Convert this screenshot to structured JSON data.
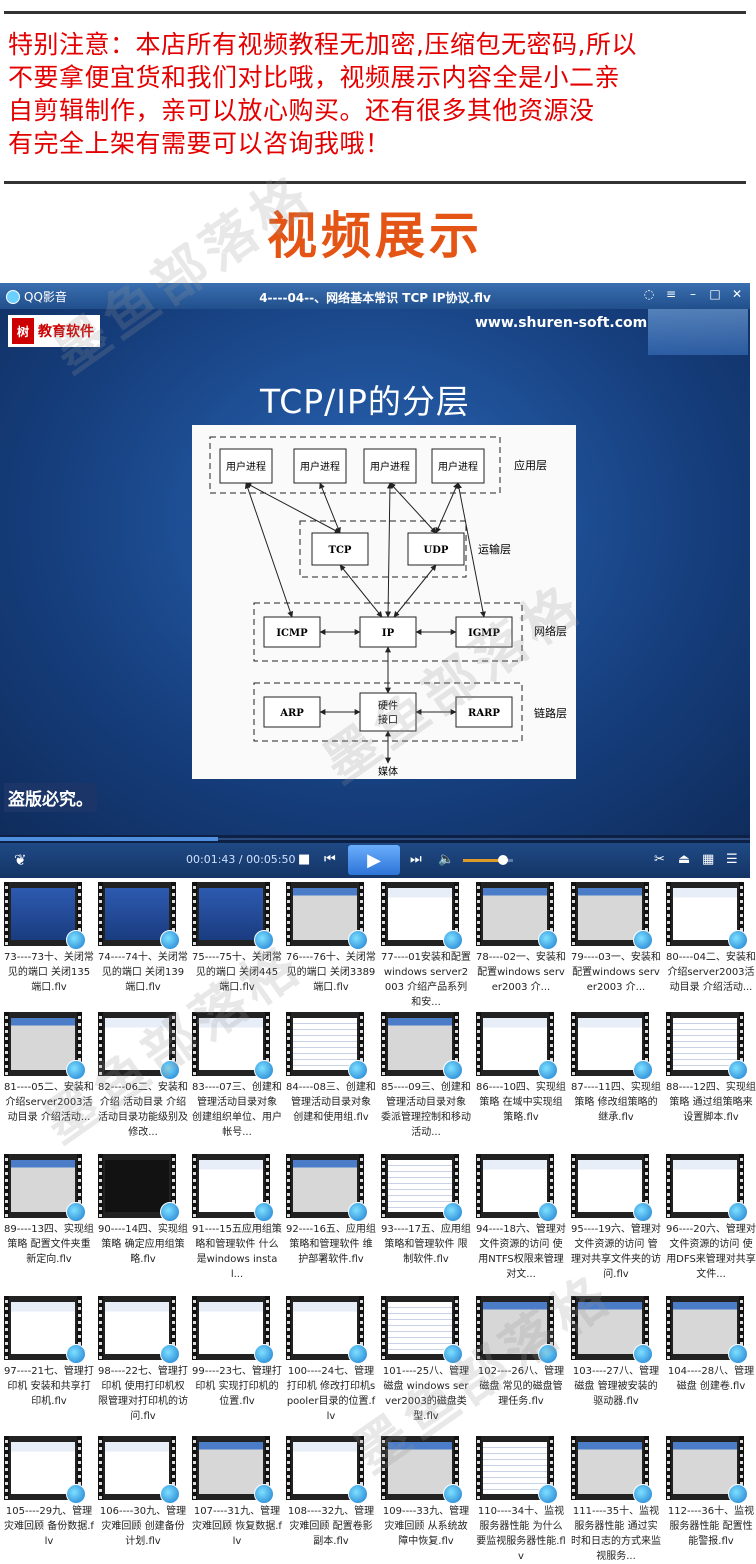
{
  "notice": {
    "lines": [
      "特别注意：本店所有视频教程无加密,压缩包无密码,所以",
      "不要拿便宜货和我们对比哦，视频展示内容全是小二亲",
      "自剪辑制作，亲可以放心购买。还有很多其他资源没",
      "有完全上架有需要可以咨询我哦！"
    ]
  },
  "section_title": "视频展示",
  "player": {
    "app_name": "QQ影音",
    "window_title": "4----04--、网络基本常识  TCP IP协议.flv",
    "logo_text": "教育软件",
    "url": "www.shuren-soft.com",
    "slide_title": "TCP/IP的分层",
    "piracy_text": "盗版必究。",
    "time_current": "00:01:43",
    "time_total": "00:05:50",
    "progress": 0.29,
    "volume": 0.8,
    "diagram": {
      "app_box_label": "用户进程",
      "app_layer": "应用层",
      "tcp": "TCP",
      "udp": "UDP",
      "transport_layer": "运输层",
      "icmp": "ICMP",
      "ip": "IP",
      "igmp": "IGMP",
      "network_layer": "网络层",
      "arp": "ARP",
      "hw1": "硬件",
      "hw2": "接口",
      "rarp": "RARP",
      "link_layer": "链路层",
      "media": "媒体"
    }
  },
  "files": [
    {
      "caption": "73----73十、关闭常见的端口 关闭135端口.flv",
      "style": "sc-blue"
    },
    {
      "caption": "74----74十、关闭常见的端口 关闭139端口.flv",
      "style": "sc-blue"
    },
    {
      "caption": "75----75十、关闭常见的端口 关闭445端口.flv",
      "style": "sc-blue"
    },
    {
      "caption": "76----76十、关闭常见的端口 关闭3389端口.flv",
      "style": "sc-gray"
    },
    {
      "caption": "77----01安装和配置windows server2003 介绍产品系列和安...",
      "style": "sc-white"
    },
    {
      "caption": "78----02一、安装和配置windows server2003 介...",
      "style": "sc-gray"
    },
    {
      "caption": "79----03一、安装和配置windows server2003 介...",
      "style": "sc-gray"
    },
    {
      "caption": "80----04二、安装和介绍server2003活动目录 介绍活动...",
      "style": "sc-white"
    },
    {
      "caption": "81----05二、安装和介绍server2003活动目录 介绍活动...",
      "style": "sc-gray"
    },
    {
      "caption": "82----06二、安装和介绍 活动目录 介绍活动目录功能级别及修改...",
      "style": "sc-white"
    },
    {
      "caption": "83----07三、创建和管理活动目录对象 创建组织单位、用户帐号...",
      "style": "sc-white"
    },
    {
      "caption": "84----08三、创建和管理活动目录对象 创建和使用组.flv",
      "style": "sc-lines"
    },
    {
      "caption": "85----09三、创建和管理活动目录对象 委派管理控制和移动活动...",
      "style": "sc-gray"
    },
    {
      "caption": "86----10四、实现组策略 在域中实现组策略.flv",
      "style": "sc-white"
    },
    {
      "caption": "87----11四、实现组策略 修改组策略的继承.flv",
      "style": "sc-white"
    },
    {
      "caption": "88----12四、实现组策略 通过组策略来设置脚本.flv",
      "style": "sc-lines"
    },
    {
      "caption": "89----13四、实现组策略 配置文件夹重新定向.flv",
      "style": "sc-gray"
    },
    {
      "caption": "90----14四、实现组策略 确定应用组策略.flv",
      "style": "sc-dark"
    },
    {
      "caption": "91----15五应用组策略和管理软件 什么是windows instal...",
      "style": "sc-white"
    },
    {
      "caption": "92----16五、应用组策略和管理软件 维护部署软件.flv",
      "style": "sc-gray"
    },
    {
      "caption": "93----17五、应用组策略和管理软件 限制软件.flv",
      "style": "sc-lines"
    },
    {
      "caption": "94----18六、管理对文件资源的访问 使用NTFS权限来管理对文...",
      "style": "sc-white"
    },
    {
      "caption": "95----19六、管理对文件资源的访问 管理对共享文件夹的访问.flv",
      "style": "sc-white"
    },
    {
      "caption": "96----20六、管理对文件资源的访问 使用DFS来管理对共享文件...",
      "style": "sc-white"
    },
    {
      "caption": "97----21七、管理打印机 安装和共享打印机.flv",
      "style": "sc-white"
    },
    {
      "caption": "98----22七、管理打印机 使用打印机权限管理对打印机的访问.flv",
      "style": "sc-white"
    },
    {
      "caption": "99----23七、管理打印机 实现打印机的位置.flv",
      "style": "sc-white"
    },
    {
      "caption": "100----24七、管理打印机 修改打印机spooler目录的位置.flv",
      "style": "sc-white"
    },
    {
      "caption": "101----25八、管理磁盘 windows server2003的磁盘类型.flv",
      "style": "sc-lines"
    },
    {
      "caption": "102----26八、管理磁盘 常见的磁盘管理任务.flv",
      "style": "sc-gray"
    },
    {
      "caption": "103----27八、管理磁盘 管理被安装的驱动器.flv",
      "style": "sc-gray"
    },
    {
      "caption": "104----28八、管理磁盘 创建卷.flv",
      "style": "sc-gray"
    },
    {
      "caption": "105----29九、管理灾难回顾 备份数据.flv",
      "style": "sc-white"
    },
    {
      "caption": "106----30九、管理灾难回顾 创建备份计划.flv",
      "style": "sc-white"
    },
    {
      "caption": "107----31九、管理灾难回顾 恢复数据.flv",
      "style": "sc-gray"
    },
    {
      "caption": "108----32九、管理灾难回顾 配置卷影副本.flv",
      "style": "sc-white"
    },
    {
      "caption": "109----33九、管理灾难回顾 从系统故障中恢复.flv",
      "style": "sc-gray"
    },
    {
      "caption": "110----34十、监视服务器性能 为什么要监视服务器性能.flv",
      "style": "sc-lines"
    },
    {
      "caption": "111----35十、监视服务器性能 通过实时和日志的方式来监视服务...",
      "style": "sc-gray"
    },
    {
      "caption": "112----36十、监视服务器性能 配置性能警报.flv",
      "style": "sc-gray"
    }
  ],
  "watermark_text": "墨鱼部落格"
}
